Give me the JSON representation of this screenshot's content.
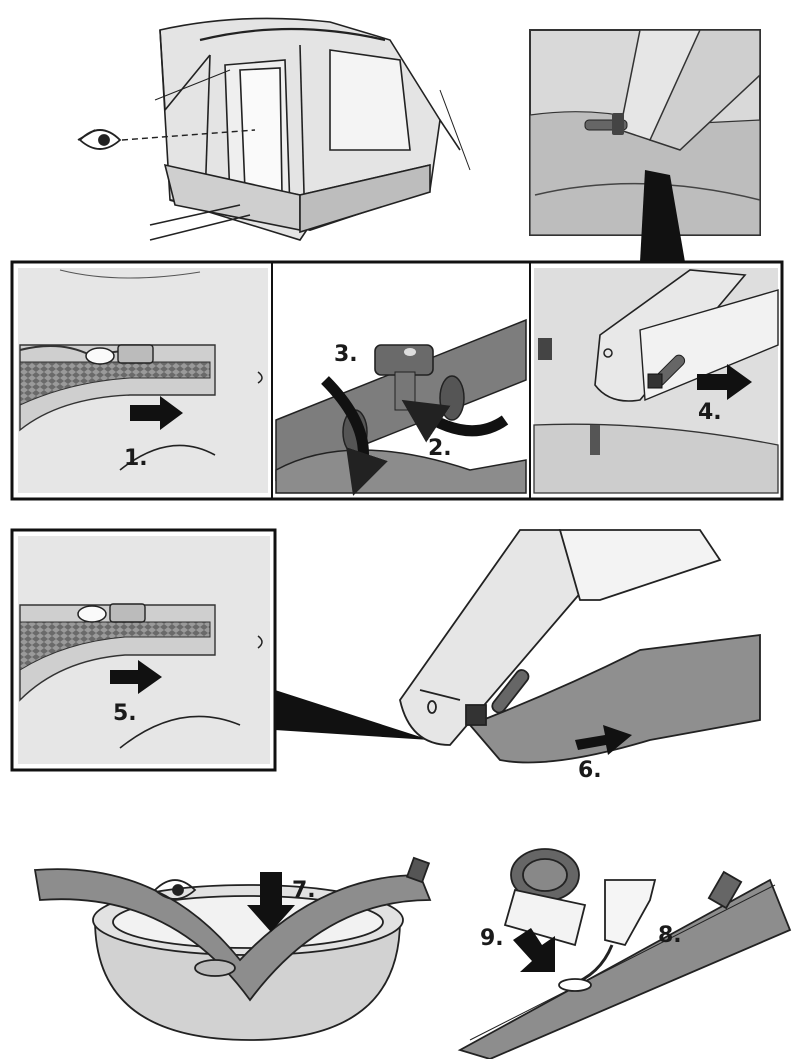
{
  "steps": {
    "s1": "1.",
    "s2": "2.",
    "s3": "3.",
    "s4": "4.",
    "s5": "5.",
    "s6": "6.",
    "s7": "7.",
    "s8": "8.",
    "s9": "9."
  },
  "icons": {
    "eye": "eye-icon",
    "arrow": "arrow-icon",
    "rotate": "rotate-arrow-icon"
  },
  "colors": {
    "line": "#222222",
    "tube_dark": "#8a8a8a",
    "tube_light": "#d7d7d7",
    "fabric": "#e9e9e9",
    "photo_bg": "#cfcfcf"
  }
}
